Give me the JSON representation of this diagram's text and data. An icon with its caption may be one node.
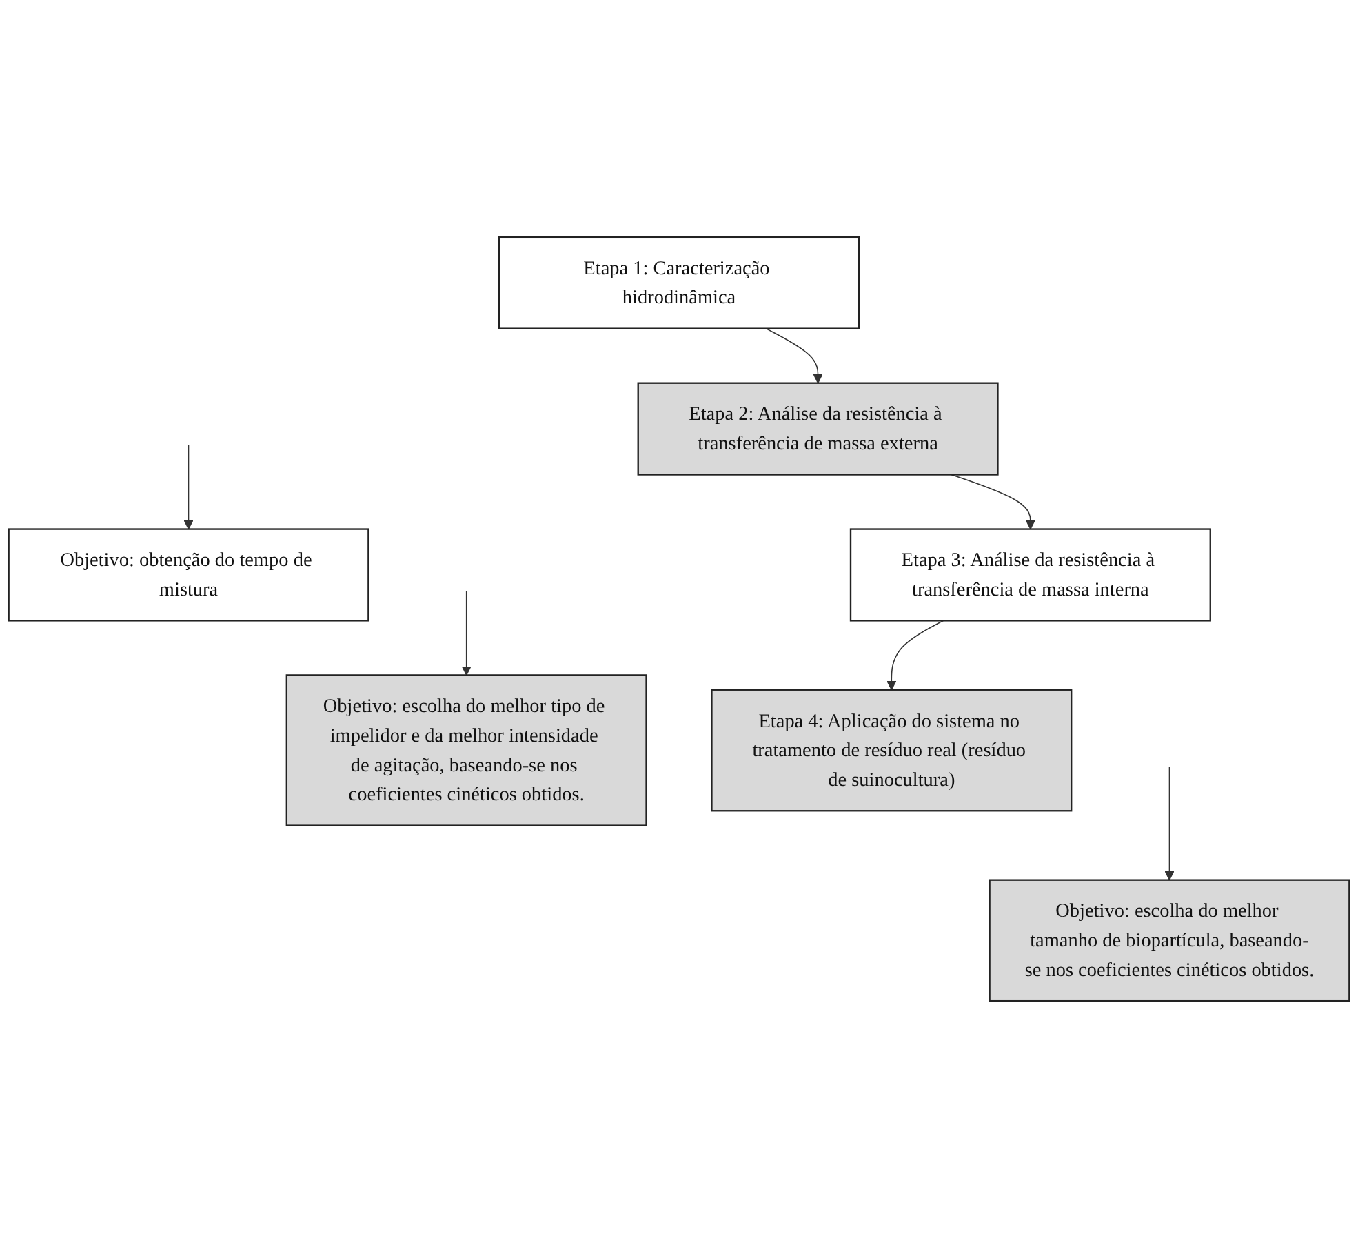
{
  "diagram": {
    "nodes": [
      {
        "text": [
          "Etapa 1: Caracterização hidrodinâmica"
        ]
      },
      {
        "text": [
          "Objetivo: obtenção do tempo de mistura"
        ]
      },
      {
        "text": [
          "Etapa 2: Análise da resistência à transferência de massa externa"
        ]
      },
      {
        "text": [
          "Objetivo: escolha do melhor tipo de impelidor e da melhor intensidade de agitação, baseando-se nos coeficientes cinéticos obtidos."
        ]
      },
      {
        "text": [
          "Etapa 3: Análise da resistência à transferência de massa interna"
        ]
      },
      {
        "text": [
          "Objetivo: escolha do melhor tamanho de biopartícula, baseando-se nos coeficientes cinéticos obtidos."
        ]
      },
      {
        "text": [
          "Etapa 4: Aplicação do sistema no tratamento de resíduo real (resíduo de suinocultura)"
        ]
      }
    ],
    "edges": [
      {
        "from": 0,
        "to": 2,
        "arrow": "to"
      },
      {
        "from": null,
        "to": 1,
        "arrow": "to"
      },
      {
        "from": 2,
        "to": 4,
        "arrow": "to"
      },
      {
        "from": null,
        "to": 3,
        "arrow": "to"
      },
      {
        "from": 4,
        "to": 6,
        "arrow": "to"
      },
      {
        "from": null,
        "to": 5,
        "arrow": "to"
      }
    ]
  }
}
